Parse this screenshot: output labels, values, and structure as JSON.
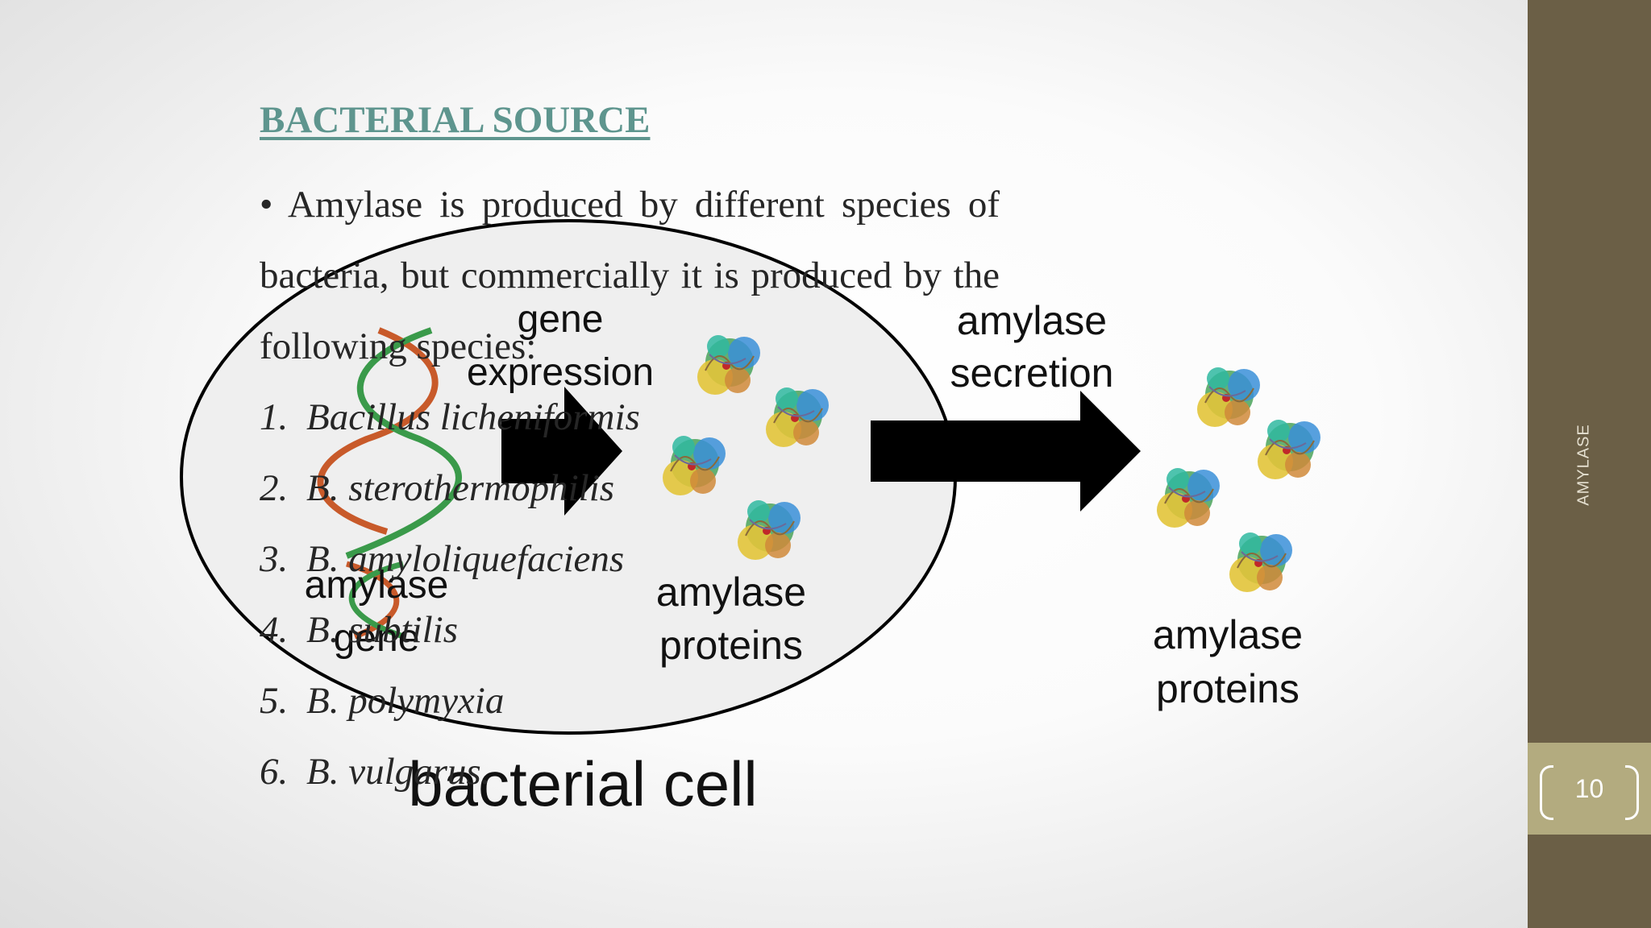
{
  "slide": {
    "title": "BACTERIAL SOURCE",
    "paragraph": "• Amylase is produced by different species of bacteria, but commercially it is produced by the following species:",
    "species": [
      {
        "num": "1.",
        "name": "Bacillus licheniformis"
      },
      {
        "num": "2.",
        "name": "B. sterothermophilis"
      },
      {
        "num": "3.",
        "name": "B. amyloliquefaciens"
      },
      {
        "num": "4.",
        "name": "B. subtilis"
      },
      {
        "num": "5.",
        "name": "B. polymyxia"
      },
      {
        "num": "6.",
        "name": "B. vulgarus."
      }
    ]
  },
  "diagram": {
    "gene_label": [
      "amylase",
      "gene"
    ],
    "expression_label": [
      "gene",
      "expression"
    ],
    "proteins_in_label": [
      "amylase",
      "proteins"
    ],
    "secretion_label": [
      "amylase",
      "secretion"
    ],
    "proteins_out_label": [
      "amylase",
      "proteins"
    ],
    "cell_label": "bacterial cell"
  },
  "sidebar": {
    "label": "AMYLASE",
    "page_number": "10"
  },
  "colors": {
    "sidebar": "#6b5f46",
    "page_box": "#b3ab7f",
    "title": "#5e958e"
  }
}
